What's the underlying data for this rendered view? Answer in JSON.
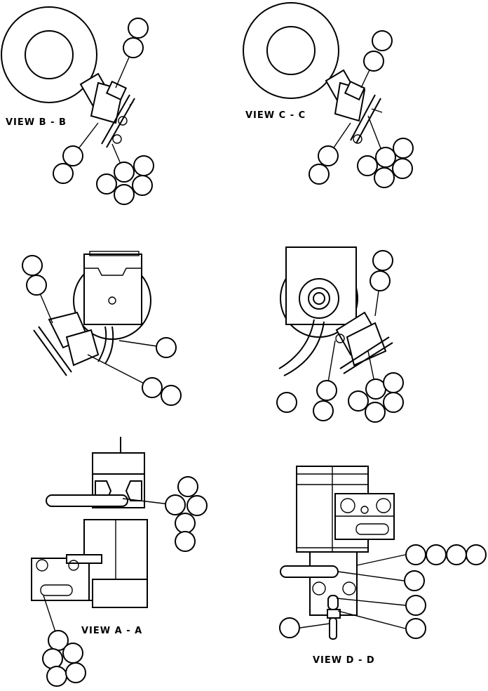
{
  "views": [
    {
      "label": "VIEW B - B"
    },
    {
      "label": "VIEW C - C"
    },
    {
      "label": "VIEW A - A"
    },
    {
      "label": "VIEW D - D"
    }
  ]
}
